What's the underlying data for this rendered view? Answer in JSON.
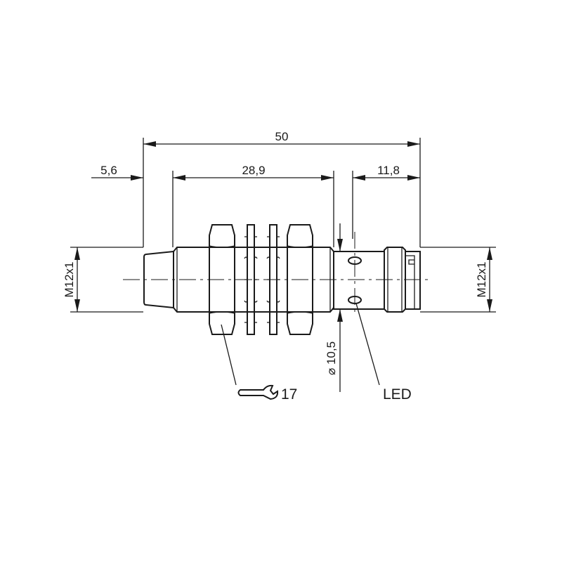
{
  "drawing": {
    "dimensions": {
      "overall_length": "50",
      "front_cap": "5,6",
      "thread_length": "28,9",
      "connector_length": "11,8",
      "thread_left": "M12x1",
      "thread_right": "M12x1",
      "diameter": "⌀ 10,5"
    },
    "labels": {
      "wrench_size": "17",
      "led": "LED"
    },
    "icons": {
      "wrench": "open-wrench-icon"
    }
  }
}
